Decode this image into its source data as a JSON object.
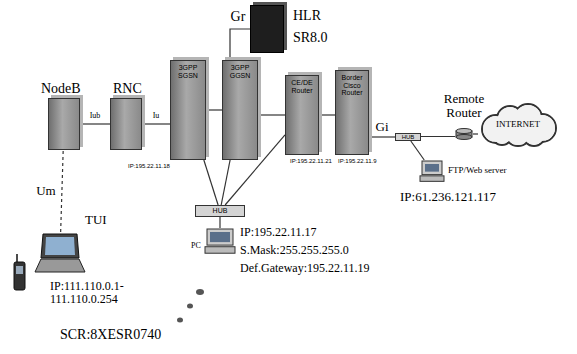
{
  "diagram": {
    "nodes": [
      {
        "text": [
          "NodeB"
        ]
      },
      {
        "text": [
          "RNC"
        ]
      },
      {
        "text": [
          "3GPP SGSN"
        ]
      },
      {
        "text": [
          "3GPP GGSN"
        ]
      },
      {
        "text": [
          "CE/DE Router"
        ]
      },
      {
        "text": [
          "Border Cisco Router"
        ]
      },
      {
        "text": [
          "HLR",
          "SR8.0"
        ]
      },
      {
        "text": [
          "HUB"
        ]
      },
      {
        "text": [
          "HUB"
        ]
      },
      {
        "text": [
          "Remote Router"
        ]
      },
      {
        "text": [
          "INTERNET"
        ]
      },
      {
        "text": [
          "FTP/Web server"
        ]
      },
      {
        "text": [
          "TUI"
        ]
      },
      {
        "text": [
          "PC"
        ]
      }
    ],
    "edges": [
      {
        "from": 0,
        "to": 1,
        "label": "Iub",
        "arrow": "none"
      },
      {
        "from": 1,
        "to": 2,
        "label": "Iu",
        "arrow": "none"
      },
      {
        "from": 2,
        "to": 3,
        "arrow": "none"
      },
      {
        "from": 3,
        "to": 4,
        "arrow": "none"
      },
      {
        "from": 4,
        "to": 5,
        "arrow": "none"
      },
      {
        "from": 6,
        "to": 3,
        "label": "Gr",
        "arrow": "none"
      },
      {
        "from": 5,
        "to": 8,
        "label": "Gi",
        "arrow": "none"
      },
      {
        "from": 8,
        "to": 9,
        "arrow": "none"
      },
      {
        "from": 9,
        "to": 10,
        "arrow": "none"
      },
      {
        "from": 8,
        "to": 11,
        "arrow": "none"
      },
      {
        "from": 12,
        "to": 0,
        "label": "Um",
        "arrow": "none"
      },
      {
        "from": 2,
        "to": 7,
        "arrow": "none"
      },
      {
        "from": 3,
        "to": 7,
        "arrow": "none"
      },
      {
        "from": 4,
        "to": 7,
        "arrow": "none"
      },
      {
        "from": 7,
        "to": 13,
        "arrow": "none"
      }
    ],
    "labels": [
      "IP:111.110.0.1- 111.110.0.254",
      "IP:195.22.11.17",
      "S.Mask:255.255.255.0",
      "Def.Gateway:195.22.11.19",
      "SCR:8XESR0740",
      "IP:61.236.121.117",
      "IP:195.22.11.18",
      "IP:195.22.11.21",
      "IP:195.22.11.9"
    ]
  }
}
